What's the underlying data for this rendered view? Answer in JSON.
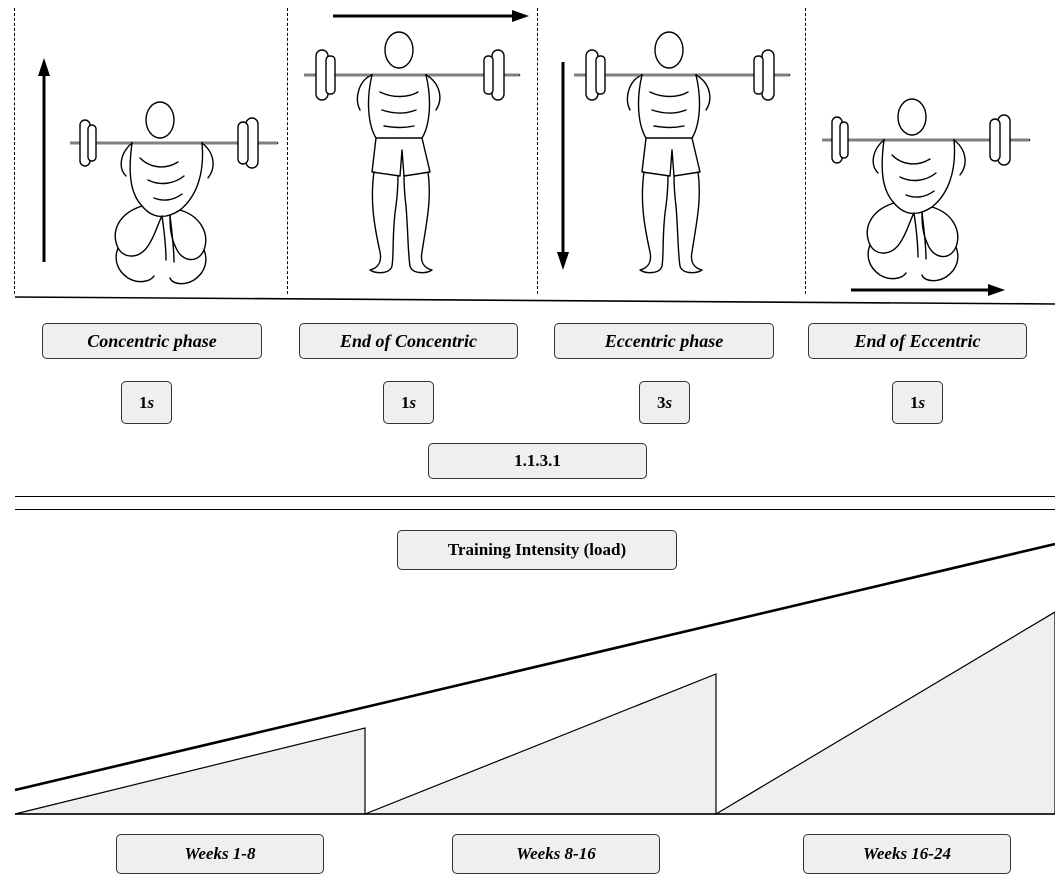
{
  "phases": [
    {
      "label": "Concentric phase",
      "time_value": "1",
      "time_unit": "s"
    },
    {
      "label": "End of Concentric",
      "time_value": "1",
      "time_unit": "s"
    },
    {
      "label": "Eccentric phase",
      "time_value": "3",
      "time_unit": "s"
    },
    {
      "label": "End of Eccentric",
      "time_value": "1",
      "time_unit": "s"
    }
  ],
  "tempo_code": "1.1.3.1",
  "intensity_label": "Training Intensity (load)",
  "periods": [
    "Weeks 1-8",
    "Weeks 8-16",
    "Weeks 16-24"
  ],
  "colors": {
    "line": "#000000",
    "box_fill": "#efefef",
    "wedge_fill": "#efefef"
  }
}
